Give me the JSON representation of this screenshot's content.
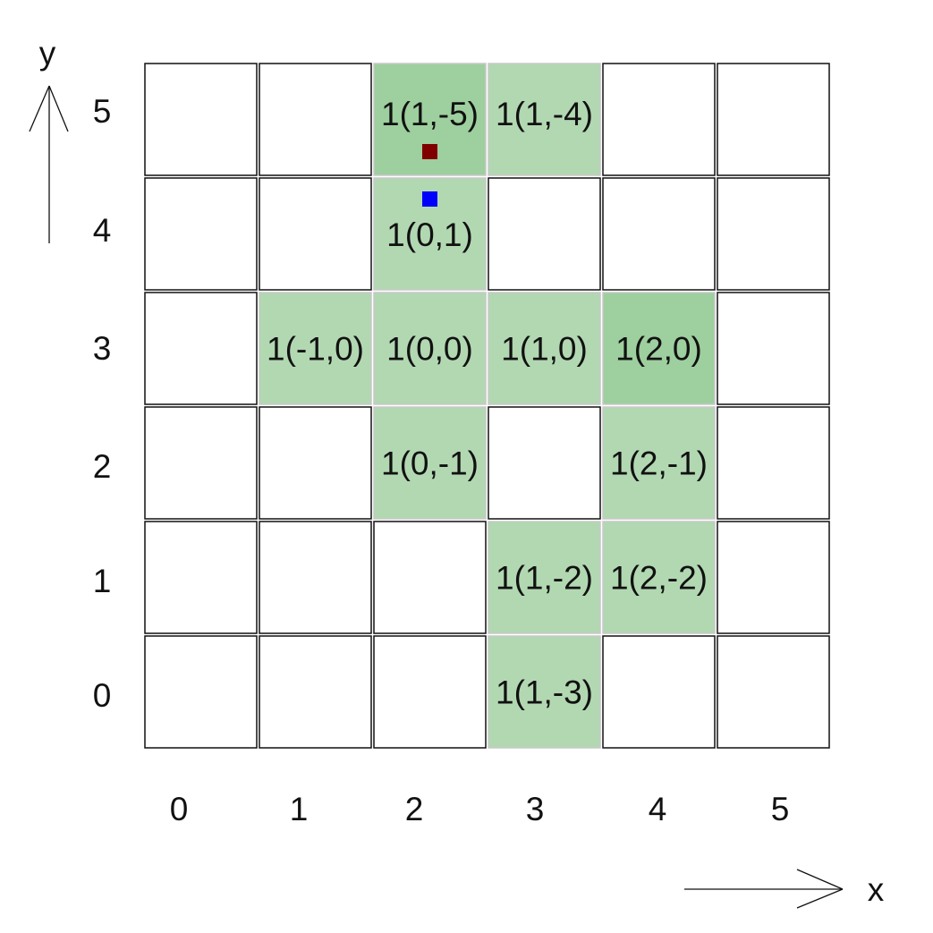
{
  "grid": {
    "columns": 6,
    "rows": 6,
    "x_ticks": [
      "0",
      "1",
      "2",
      "3",
      "4",
      "5"
    ],
    "y_ticks": [
      "0",
      "1",
      "2",
      "3",
      "4",
      "5"
    ],
    "x_axis_label": "x",
    "y_axis_label": "y",
    "colors": {
      "empty_fill": "#ffffff",
      "highlight_fill": "#b2d8b2",
      "highlight_fill_dark": "#9ecf9e",
      "empty_border": "#111111",
      "highlight_border": "#c8c8c8",
      "start_marker": "#0000ff",
      "end_marker": "#800000"
    },
    "cells": [
      {
        "x": 2,
        "y": 5,
        "label": "1(1,-5)",
        "shade": "dark"
      },
      {
        "x": 3,
        "y": 5,
        "label": "1(1,-4)",
        "shade": "light"
      },
      {
        "x": 2,
        "y": 4,
        "label": "1(0,1)",
        "shade": "light"
      },
      {
        "x": 1,
        "y": 3,
        "label": "1(-1,0)",
        "shade": "light"
      },
      {
        "x": 2,
        "y": 3,
        "label": "1(0,0)",
        "shade": "light"
      },
      {
        "x": 3,
        "y": 3,
        "label": "1(1,0)",
        "shade": "light"
      },
      {
        "x": 4,
        "y": 3,
        "label": "1(2,0)",
        "shade": "dark"
      },
      {
        "x": 2,
        "y": 2,
        "label": "1(0,-1)",
        "shade": "light"
      },
      {
        "x": 4,
        "y": 2,
        "label": "1(2,-1)",
        "shade": "light"
      },
      {
        "x": 3,
        "y": 1,
        "label": "1(1,-2)",
        "shade": "light"
      },
      {
        "x": 4,
        "y": 1,
        "label": "1(2,-2)",
        "shade": "light"
      },
      {
        "x": 3,
        "y": 0,
        "label": "1(1,-3)",
        "shade": "light"
      }
    ],
    "markers": [
      {
        "name": "end-marker",
        "cell_x": 2,
        "cell_y": 5,
        "color_key": "end_marker"
      },
      {
        "name": "start-marker",
        "cell_x": 2,
        "cell_y": 4,
        "color_key": "start_marker"
      }
    ]
  }
}
